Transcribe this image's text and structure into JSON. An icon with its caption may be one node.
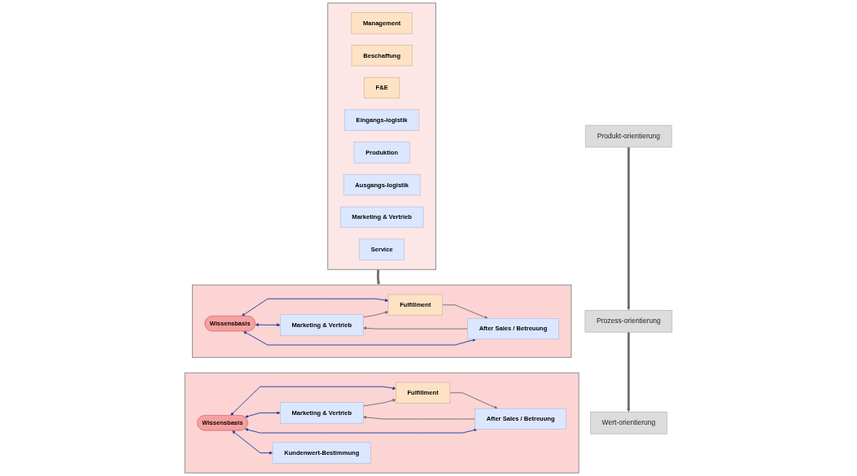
{
  "diagram": {
    "nodes": [
      {
        "text": [
          "Produkt-orientierung"
        ]
      },
      {
        "text": [
          "Prozess-orientierung"
        ]
      },
      {
        "text": [
          "Wert-orientierung"
        ]
      },
      {
        "text": [],
        "shape": "box"
      },
      {
        "text": [
          "Management"
        ],
        "in": 3
      },
      {
        "text": [
          "Beschaffung"
        ],
        "in": 3
      },
      {
        "text": [
          "F&E"
        ],
        "in": 3
      },
      {
        "text": [
          "Eingangs-logistik"
        ],
        "in": 3
      },
      {
        "text": [
          "Produktion"
        ],
        "in": 3
      },
      {
        "text": [
          "Ausgangs-logistik"
        ],
        "in": 3
      },
      {
        "text": [
          "Marketing & Vertrieb"
        ],
        "in": 3
      },
      {
        "text": [
          "Service"
        ],
        "in": 3
      },
      {
        "text": [],
        "shape": "box"
      },
      {
        "text": [
          "Marketing & Vertrieb"
        ],
        "in": 12
      },
      {
        "text": [
          "Fulfillment"
        ],
        "in": 12
      },
      {
        "text": [
          "After Sales / Betreuung"
        ],
        "in": 12
      },
      {
        "text": [
          "Wissensbasis"
        ],
        "in": 12
      },
      {
        "text": [],
        "shape": "box"
      },
      {
        "text": [
          "Marketing & Vertrieb"
        ],
        "in": 17
      },
      {
        "text": [
          "Fulfillment"
        ],
        "in": 17
      },
      {
        "text": [
          "After Sales / Betreuung"
        ],
        "in": 17
      },
      {
        "text": [
          "Wissensbasis"
        ],
        "in": 17
      },
      {
        "text": [
          "Kundenwert-Bestimmung"
        ],
        "in": 17
      }
    ],
    "edges": [
      {
        "from": 0,
        "to": 1,
        "arrow": "to",
        "style": "thick"
      },
      {
        "from": 1,
        "to": 2,
        "arrow": "to",
        "style": "thick"
      },
      {
        "from": 3,
        "to": 12,
        "arrow": "to",
        "style": "thick"
      },
      {
        "from": 13,
        "to": 14,
        "arrow": "to"
      },
      {
        "from": 14,
        "to": 15,
        "arrow": "to"
      },
      {
        "from": 15,
        "to": 13,
        "arrow": "to"
      },
      {
        "from": 16,
        "to": 14,
        "arrow": "both",
        "color": "#1f3f9f"
      },
      {
        "from": 16,
        "to": 13,
        "arrow": "both",
        "color": "#1f3f9f"
      },
      {
        "from": 16,
        "to": 15,
        "arrow": "both",
        "color": "#1f3f9f"
      },
      {
        "from": 18,
        "to": 19,
        "arrow": "to"
      },
      {
        "from": 19,
        "to": 20,
        "arrow": "to"
      },
      {
        "from": 20,
        "to": 18,
        "arrow": "to"
      },
      {
        "from": 21,
        "to": 19,
        "arrow": "both",
        "color": "#1f3f9f"
      },
      {
        "from": 21,
        "to": 18,
        "arrow": "both",
        "color": "#1f3f9f"
      },
      {
        "from": 21,
        "to": 20,
        "arrow": "both",
        "color": "#1f3f9f"
      },
      {
        "from": 21,
        "to": 22,
        "arrow": "both",
        "color": "#1f3f9f"
      }
    ]
  }
}
